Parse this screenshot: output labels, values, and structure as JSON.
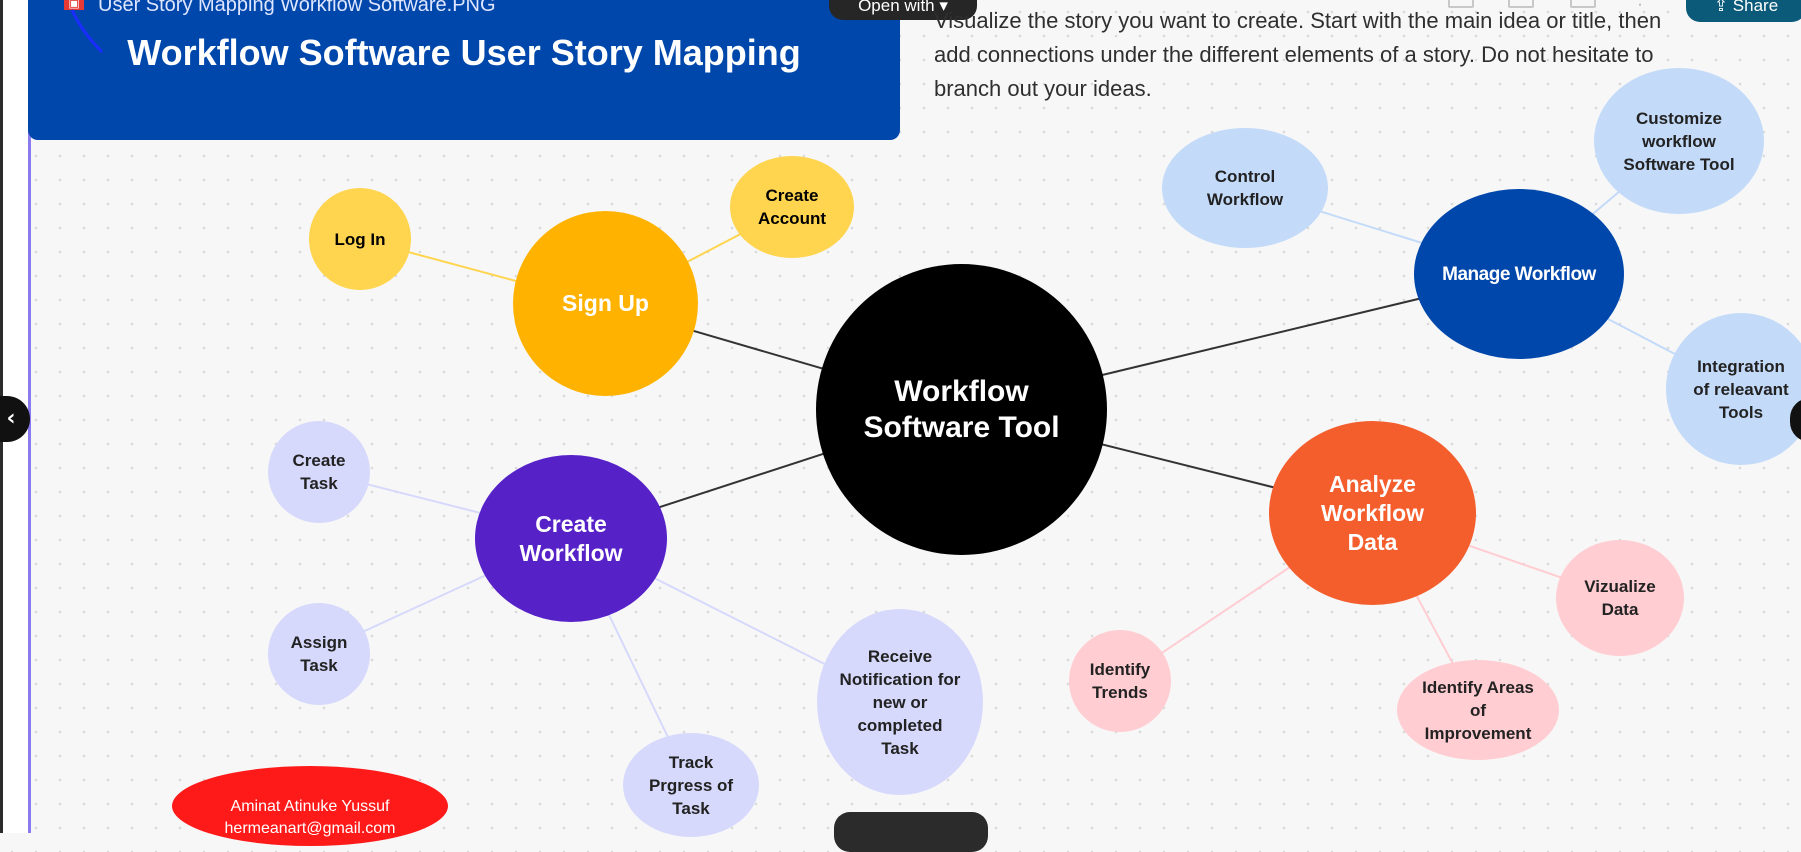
{
  "window": {
    "file_name": "User Story Mapping Workflow Software.PNG",
    "open_with_label": "Open with",
    "share_label": "Share"
  },
  "board": {
    "title": "Workflow Software User Story Mapping",
    "instructions": "Visualize the story you want to create. Start with the main idea or title, then add connections under the different elements of a story. Do not hesitate to branch out your ideas.",
    "author": {
      "name": "Aminat Atinuke Yussuf",
      "email": "hermeanart@gmail.com"
    }
  },
  "mindmap": {
    "center": "Workflow\nSoftware Tool",
    "branches": {
      "sign_up": {
        "label": "Sign Up",
        "color": "#FFB300",
        "children": [
          "Log In",
          "Create\nAccount"
        ],
        "child_color": "#FFD54F"
      },
      "create_workflow": {
        "label": "Create\nWorkflow",
        "color": "#5622C8",
        "children": [
          "Create\nTask",
          "Assign\nTask",
          "Track\nPrgress of\nTask",
          "Receive\nNotification for\nnew or\ncompleted\nTask"
        ],
        "child_color": "#D6D9FB"
      },
      "manage_workflow": {
        "label": "Manage Workflow",
        "color": "#0047AB",
        "children": [
          "Control\nWorkflow",
          "Customize\nworkflow\nSoftware Tool",
          "Integration\nof releavant\nTools"
        ],
        "child_color": "#C3DAF9"
      },
      "analyze_data": {
        "label": "Analyze\nWorkflow\nData",
        "color": "#F45D2C",
        "children": [
          "Identify\nTrends",
          "Vizualize\nData",
          "Identify Areas\nof\nImprovement"
        ],
        "child_color": "#FFCDD2"
      }
    }
  },
  "icons": [
    "image-file-icon",
    "chevron-down-icon",
    "share-icon",
    "chevron-left-icon",
    "chevron-right-icon",
    "comment-icon",
    "print-icon",
    "download-icon",
    "more-icon"
  ]
}
